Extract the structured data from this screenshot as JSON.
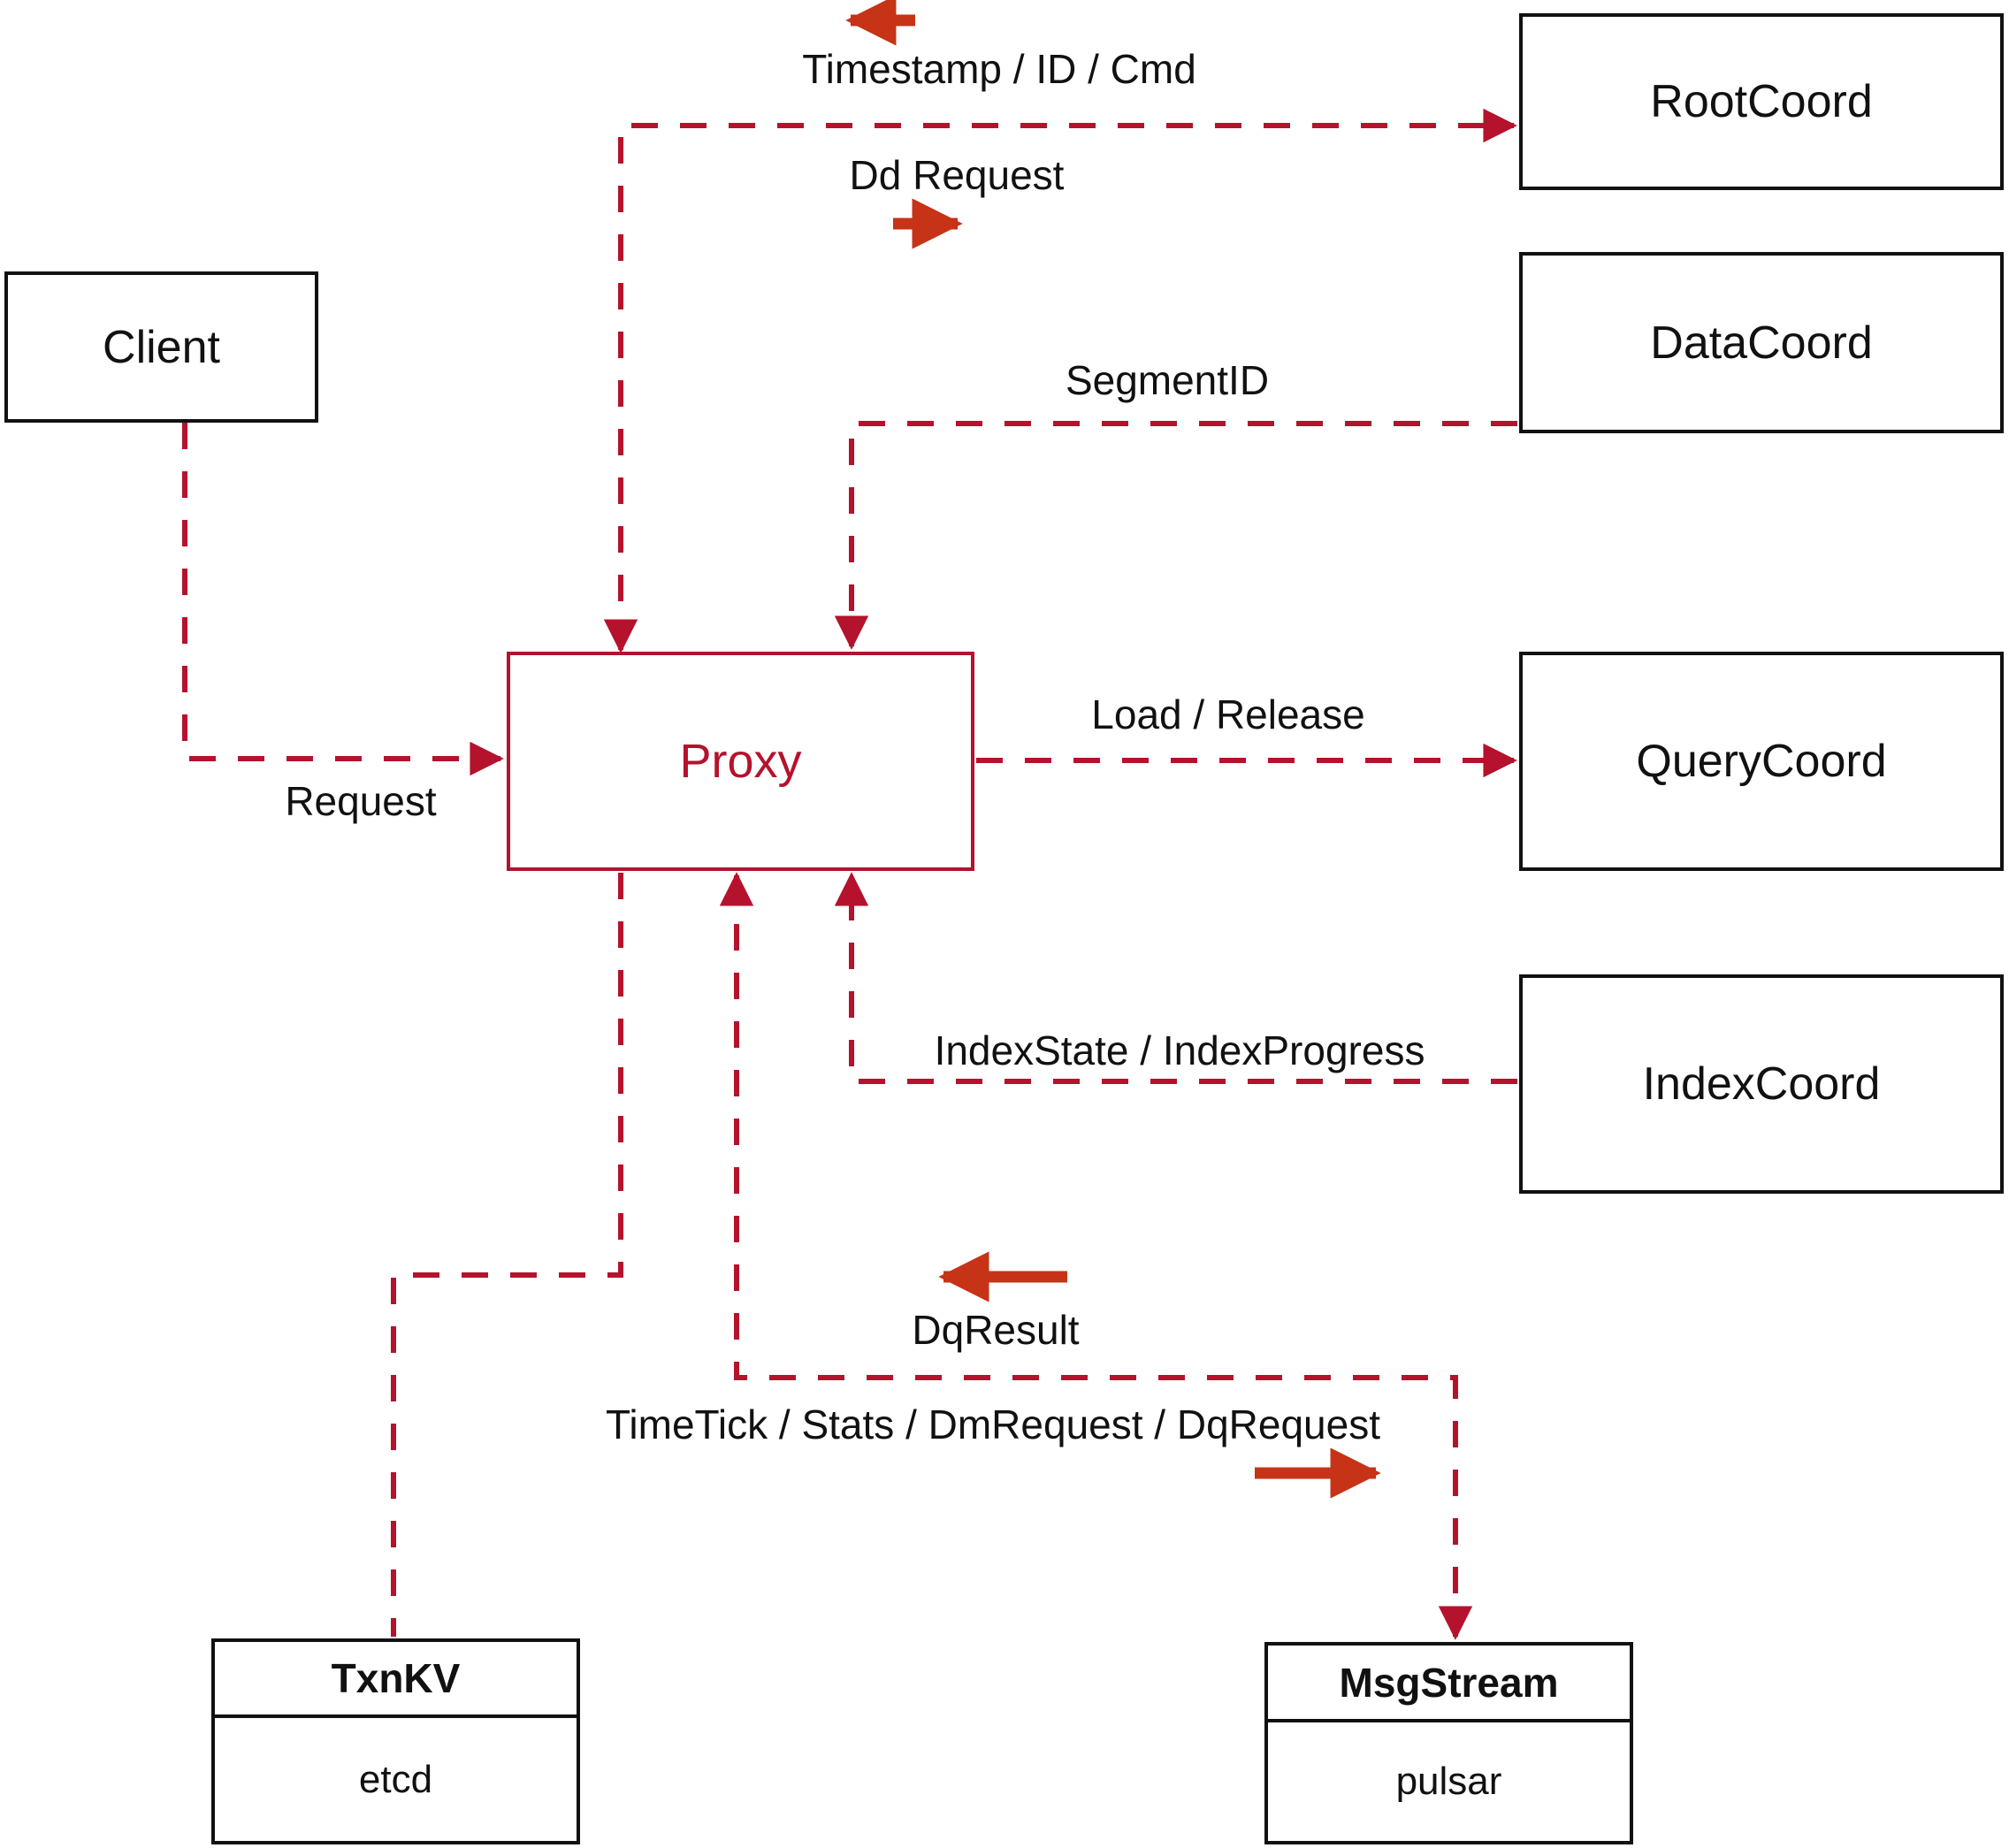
{
  "colors": {
    "dashed_line": "#b5122d",
    "solid_arrow": "#c63317",
    "node_border": "#111111",
    "node_text": "#111111",
    "proxy_accent": "#b5122d",
    "background": "#ffffff"
  },
  "nodes": {
    "client": {
      "label": "Client"
    },
    "proxy": {
      "label": "Proxy"
    },
    "rootcoord": {
      "label": "RootCoord"
    },
    "datacoord": {
      "label": "DataCoord"
    },
    "querycoord": {
      "label": "QueryCoord"
    },
    "indexcoord": {
      "label": "IndexCoord"
    },
    "txnkv": {
      "title": "TxnKV",
      "subtitle": "etcd"
    },
    "msgstream": {
      "title": "MsgStream",
      "subtitle": "pulsar"
    }
  },
  "edge_labels": {
    "timestamp": "Timestamp / ID / Cmd",
    "dd_request": "Dd Request",
    "segment_id": "SegmentID",
    "request": "Request",
    "load_release": "Load / Release",
    "index_state": "IndexState / IndexProgress",
    "dq_result": "DqResult",
    "timetick": "TimeTick / Stats / DmRequest / DqRequest"
  }
}
